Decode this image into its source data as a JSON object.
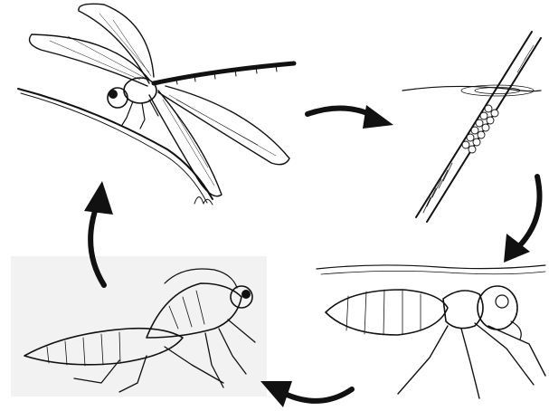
{
  "diagram": {
    "stages": [
      {
        "id": "adult",
        "icon": "adult-dragonfly-illustration"
      },
      {
        "id": "eggs",
        "icon": "eggs-on-stem-illustration"
      },
      {
        "id": "nymph",
        "icon": "aquatic-nymph-illustration"
      },
      {
        "id": "emergence",
        "icon": "adult-emerging-from-exuvia-illustration"
      }
    ],
    "arrows": [
      {
        "from": "adult",
        "to": "eggs"
      },
      {
        "from": "eggs",
        "to": "nymph"
      },
      {
        "from": "nymph",
        "to": "emergence"
      },
      {
        "from": "emergence",
        "to": "adult"
      }
    ],
    "colors": {
      "ink": "#111111",
      "background": "#ffffff",
      "panel": "#f2f2f2"
    }
  }
}
